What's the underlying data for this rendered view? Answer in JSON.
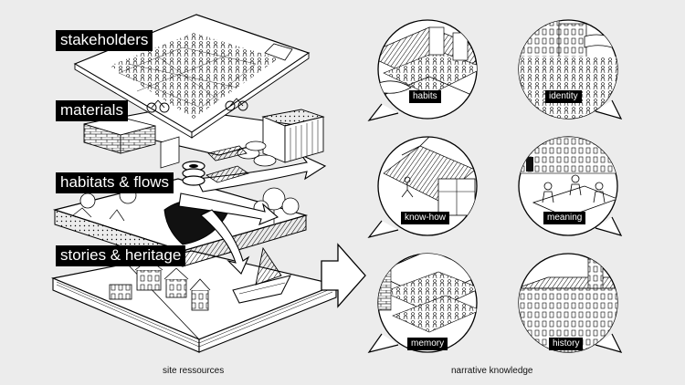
{
  "layers": [
    {
      "label": "stakeholders"
    },
    {
      "label": "materials"
    },
    {
      "label": "habitats & flows"
    },
    {
      "label": "stories & heritage"
    }
  ],
  "bubbles": [
    {
      "label": "habits"
    },
    {
      "label": "identity"
    },
    {
      "label": "know-how"
    },
    {
      "label": "meaning"
    },
    {
      "label": "memory"
    },
    {
      "label": "history"
    }
  ],
  "captions": {
    "left": "site ressources",
    "right": "narrative knowledge"
  },
  "colors": {
    "background": "#ececec",
    "ink": "#000000",
    "paper": "#ffffff"
  }
}
